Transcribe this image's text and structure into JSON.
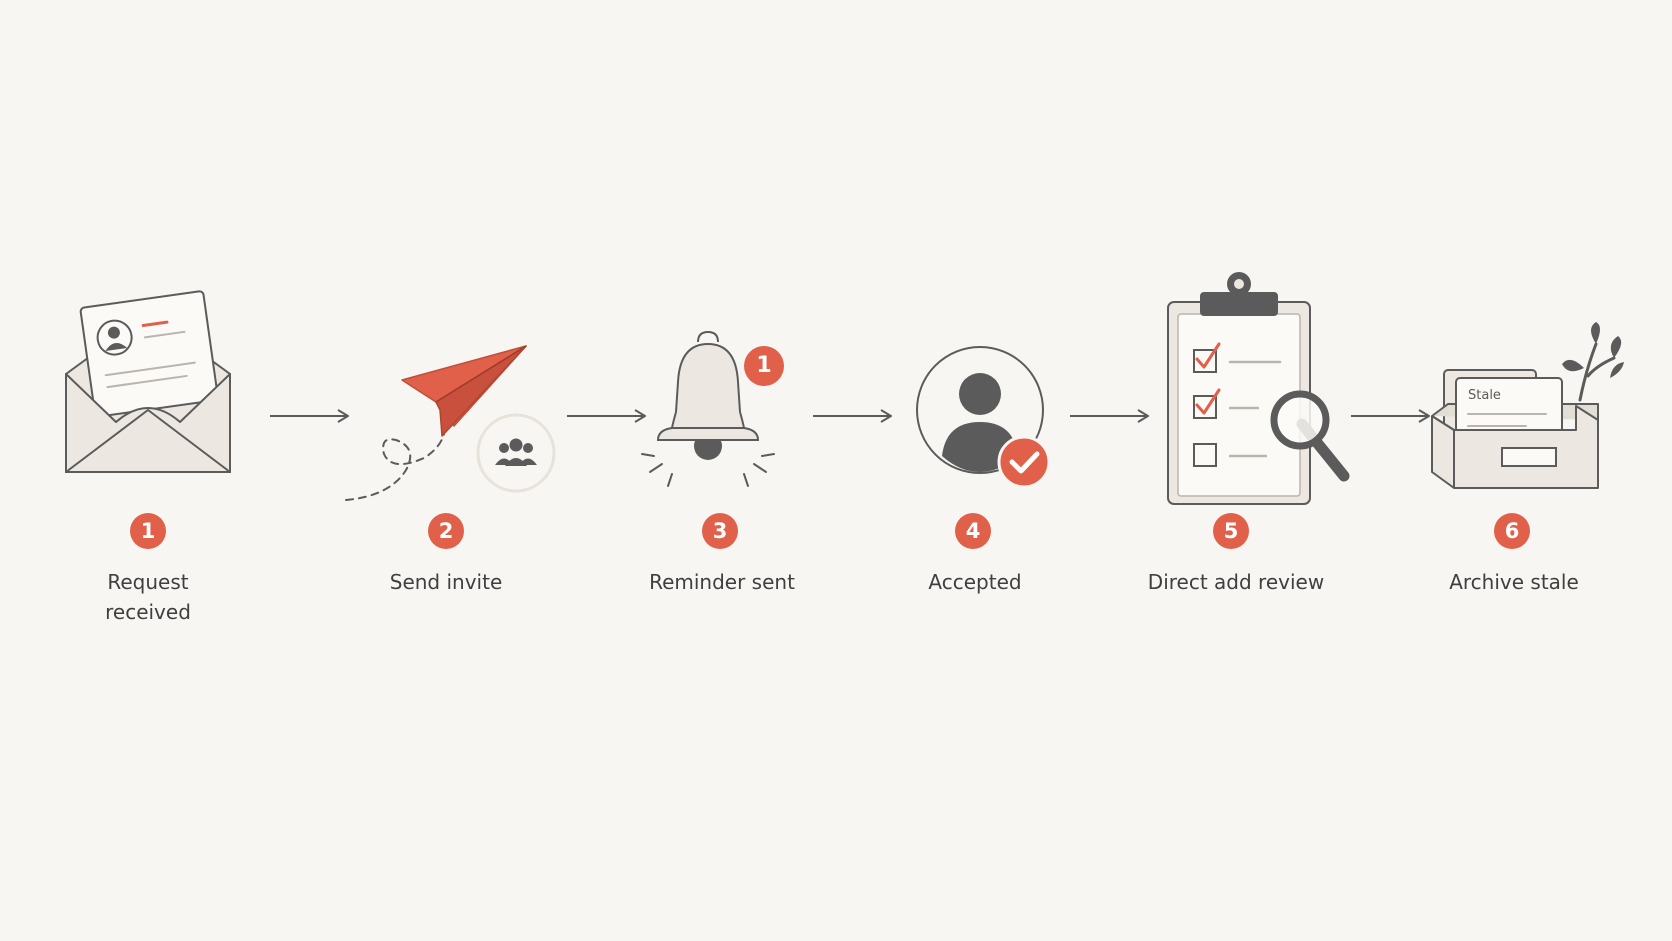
{
  "steps": [
    {
      "number": "1",
      "label_line1": "Request",
      "label_line2": "received",
      "icon": "envelope-icon"
    },
    {
      "number": "2",
      "label": "Send invite",
      "icon": "paper-plane-icon"
    },
    {
      "number": "3",
      "label": "Reminder sent",
      "icon": "bell-icon",
      "notification_count": "1"
    },
    {
      "number": "4",
      "label": "Accepted",
      "icon": "user-check-icon"
    },
    {
      "number": "5",
      "label": "Direct add review",
      "icon": "clipboard-search-icon"
    },
    {
      "number": "6",
      "label": "Archive stale",
      "icon": "archive-box-icon",
      "card_label": "Stale"
    }
  ],
  "colors": {
    "accent": "#e0604a",
    "ink": "#5b5b5b",
    "paper": "#ece8e1",
    "background": "#f8f6f2"
  }
}
